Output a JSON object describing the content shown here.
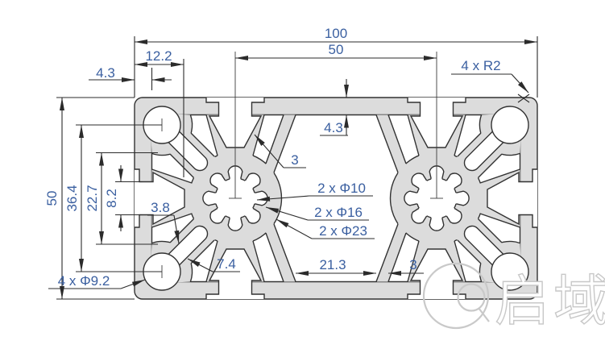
{
  "drawing": {
    "type": "aluminum-extrusion-profile-cross-section",
    "dims": {
      "overall_width": "100",
      "slot_spacing_top": "50",
      "edge_to_slot": "12.2",
      "wall_top_left": "4.3",
      "corner_radius": "4 x R2",
      "top_wall": "4.3",
      "rib_top": "3",
      "overall_height": "50",
      "hole_spacing_v": "36.4",
      "hub_span": "22.7",
      "slot_opening": "8.2",
      "channel_width": "3.8",
      "hole_d10": "2 x Φ10",
      "hole_d16": "2 x Φ16",
      "hole_d23": "2 x Φ23",
      "channel_span": "7.4",
      "cavity_width": "21.3",
      "rib_bottom": "3",
      "corner_holes": "4 x Φ9.2"
    }
  },
  "watermark": {
    "brand_text": "启域"
  },
  "colors": {
    "profile_fill": "#dcdcdc",
    "line": "#2b2b2b",
    "dim_text": "#3a5fa0"
  }
}
